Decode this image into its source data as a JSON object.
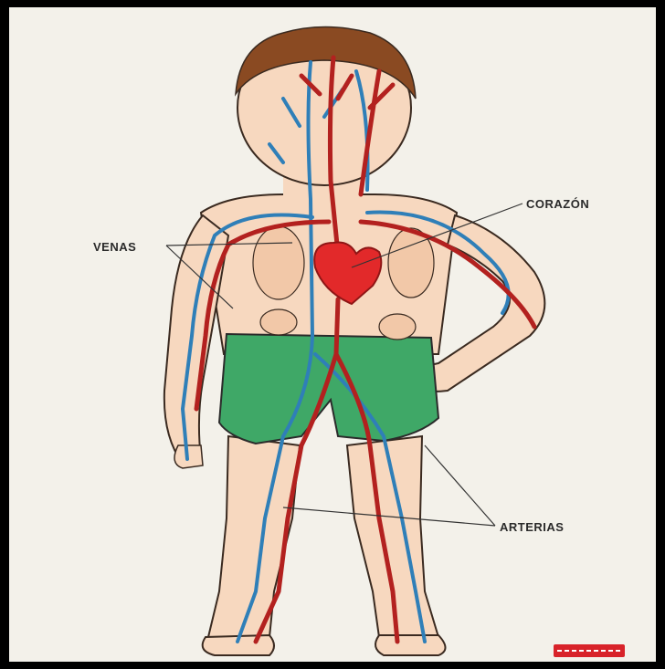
{
  "labels": {
    "veins": "VENAS",
    "heart": "CORAZÓN",
    "arteries": "ARTERIAS"
  },
  "colors": {
    "background": "#f3f1ea",
    "skin": "#f7d8bf",
    "hair": "#8a4a22",
    "shorts": "#3fa867",
    "artery": "#b3211f",
    "vein": "#2f7fb8",
    "heart": "#e2292a"
  },
  "icons": {
    "logo": "publisher-logo"
  }
}
